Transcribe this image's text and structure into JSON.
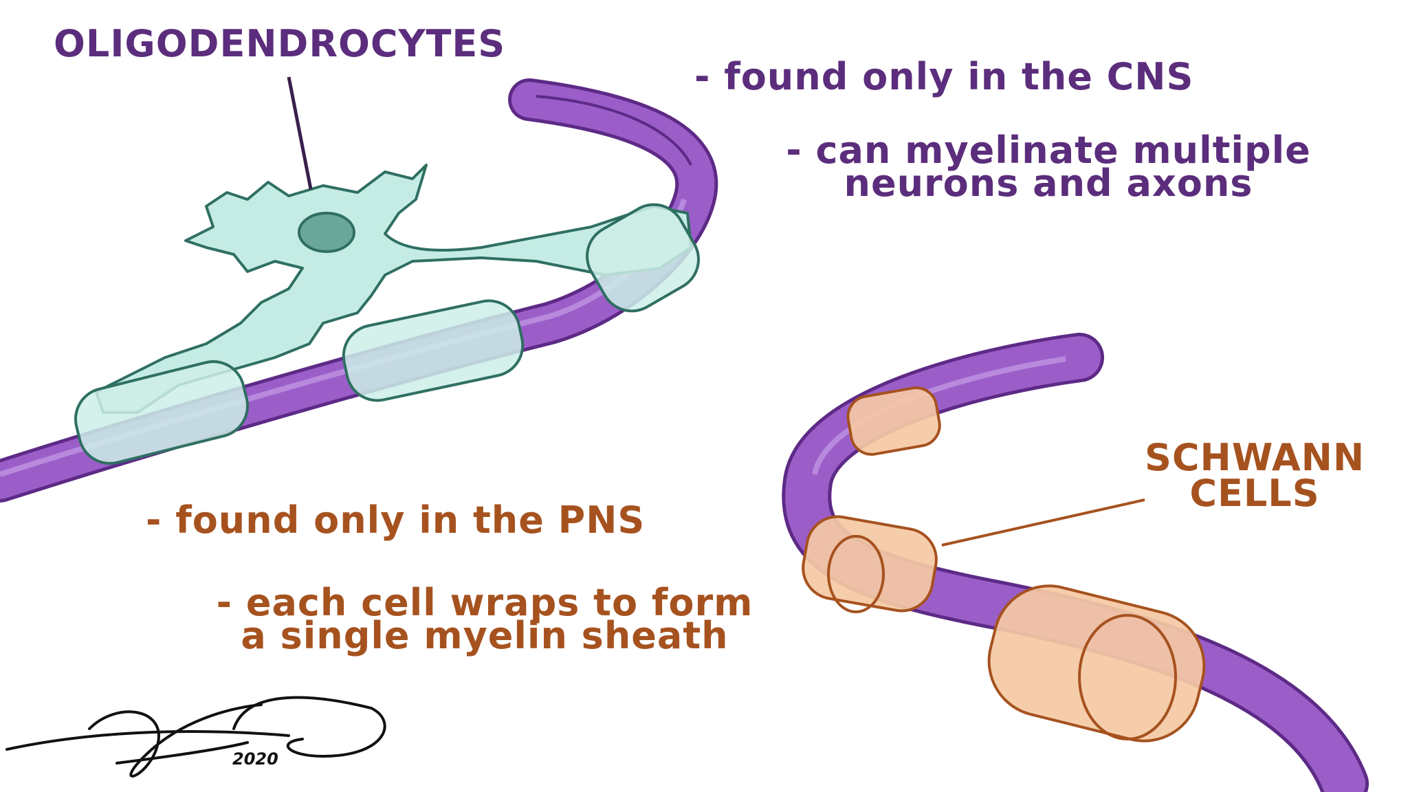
{
  "oligodendrocytes": {
    "title": "OLIGODENDROCYTES",
    "bullet1": "- found only in the CNS",
    "bullet2_line1": "- can myelinate multiple",
    "bullet2_line2": "neurons and axons"
  },
  "schwann": {
    "title_line1": "SCHWANN",
    "title_line2": "CELLS",
    "bullet1": "- found only in the PNS",
    "bullet2_line1": "- each cell wraps to form",
    "bullet2_line2": "a single myelin sheath"
  },
  "signature": {
    "year": "2020"
  },
  "colors": {
    "oligo_text": "#5b2d7c",
    "schwann_text": "#a6521f",
    "axon": "#9b5ec9",
    "oligo_cell": "#c5ece4",
    "schwann_cell": "#f5c9a4"
  }
}
